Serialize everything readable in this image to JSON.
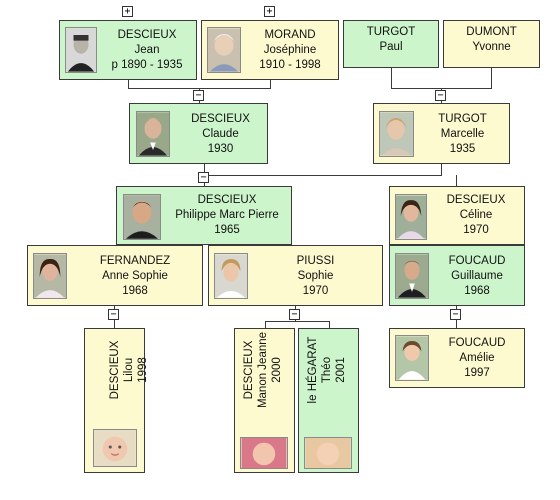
{
  "toggles": {
    "expand": "+",
    "collapse": "−"
  },
  "persons": {
    "jean": {
      "surname": "DESCIEUX",
      "given": "Jean",
      "dates": "p 1890 - 1935"
    },
    "josephine": {
      "surname": "MORAND",
      "given": "Joséphine",
      "dates": "1910 - 1998"
    },
    "paul": {
      "surname": "TURGOT",
      "given": "Paul"
    },
    "yvonne": {
      "surname": "DUMONT",
      "given": "Yvonne"
    },
    "claude": {
      "surname": "DESCIEUX",
      "given": "Claude",
      "dates": "1930"
    },
    "marcelle": {
      "surname": "TURGOT",
      "given": "Marcelle",
      "dates": "1935"
    },
    "philippe": {
      "surname": "DESCIEUX",
      "given": "Philippe Marc Pierre",
      "dates": "1965"
    },
    "celine": {
      "surname": "DESCIEUX",
      "given": "Céline",
      "dates": "1970"
    },
    "anne": {
      "surname": "FERNANDEZ",
      "given": "Anne Sophie",
      "dates": "1968"
    },
    "sophie": {
      "surname": "PIUSSI",
      "given": "Sophie",
      "dates": "1970"
    },
    "guillaume": {
      "surname": "FOUCAUD",
      "given": "Guillaume",
      "dates": "1968"
    },
    "lilou": {
      "surname": "DESCIEUX",
      "given": "Lilou",
      "dates": "1998"
    },
    "manon": {
      "surname": "DESCIEUX",
      "given": "Manon Jeanne",
      "dates": "2000"
    },
    "theo": {
      "surname": "le HÉGARAT",
      "given": "Théo",
      "dates": "2001"
    },
    "amelie": {
      "surname": "FOUCAUD",
      "given": "Amélie",
      "dates": "1997"
    }
  },
  "colors": {
    "male_box": "#ccf5cc",
    "female_box": "#fdfad0",
    "border": "#3a3a3a"
  }
}
